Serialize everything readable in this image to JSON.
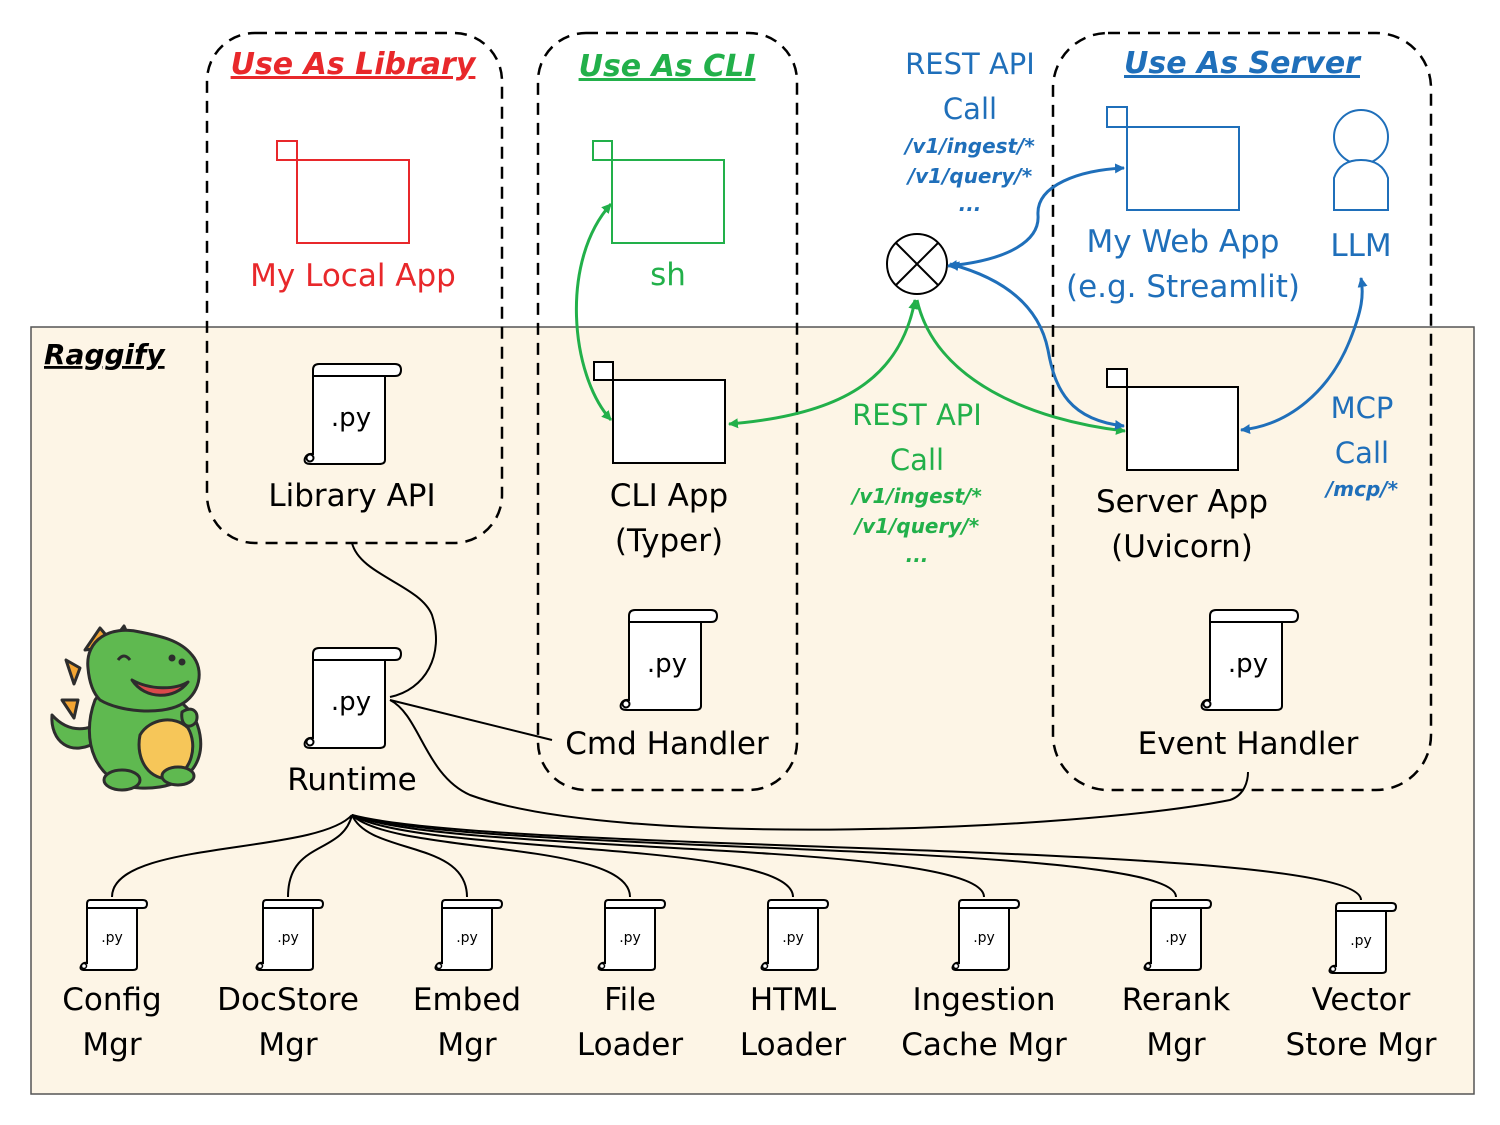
{
  "colors": {
    "library": "#e8282b",
    "cli": "#22b04a",
    "server": "#1f6fba",
    "panel_fill": "#fdf5e6",
    "dino_green": "#5fb950",
    "dino_belly": "#f6c659",
    "dino_spike": "#f3a533"
  },
  "title": "Raggify",
  "sections": {
    "library": {
      "title": "Use As Library",
      "app_label": "My Local App",
      "api_label": "Library API"
    },
    "cli": {
      "title": "Use As CLI",
      "shell_label": "sh",
      "app_label_1": "CLI App",
      "app_label_2": "(Typer)",
      "handler_label": "Cmd Handler"
    },
    "server": {
      "title": "Use As Server",
      "webapp_label_1": "My Web App",
      "webapp_label_2": "(e.g. Streamlit)",
      "llm_label": "LLM",
      "app_label_1": "Server App",
      "app_label_2": "(Uvicorn)",
      "handler_label": "Event Handler"
    }
  },
  "runtime": {
    "label": "Runtime"
  },
  "file_ext": ".py",
  "rest_call_top": {
    "line1": "REST API",
    "line2": "Call",
    "paths": [
      "/v1/ingest/*",
      "/v1/query/*",
      "..."
    ]
  },
  "rest_call_mid": {
    "line1": "REST API",
    "line2": "Call",
    "paths": [
      "/v1/ingest/*",
      "/v1/query/*",
      "..."
    ]
  },
  "mcp_call": {
    "line1": "MCP",
    "line2": "Call",
    "path": "/mcp/*"
  },
  "modules": [
    {
      "line1": "Config",
      "line2": "Mgr"
    },
    {
      "line1": "DocStore",
      "line2": "Mgr"
    },
    {
      "line1": "Embed",
      "line2": "Mgr"
    },
    {
      "line1": "File",
      "line2": "Loader"
    },
    {
      "line1": "HTML",
      "line2": "Loader"
    },
    {
      "line1": "Ingestion",
      "line2": "Cache Mgr"
    },
    {
      "line1": "Rerank",
      "line2": "Mgr"
    },
    {
      "line1": "Vector",
      "line2": "Store Mgr"
    }
  ]
}
